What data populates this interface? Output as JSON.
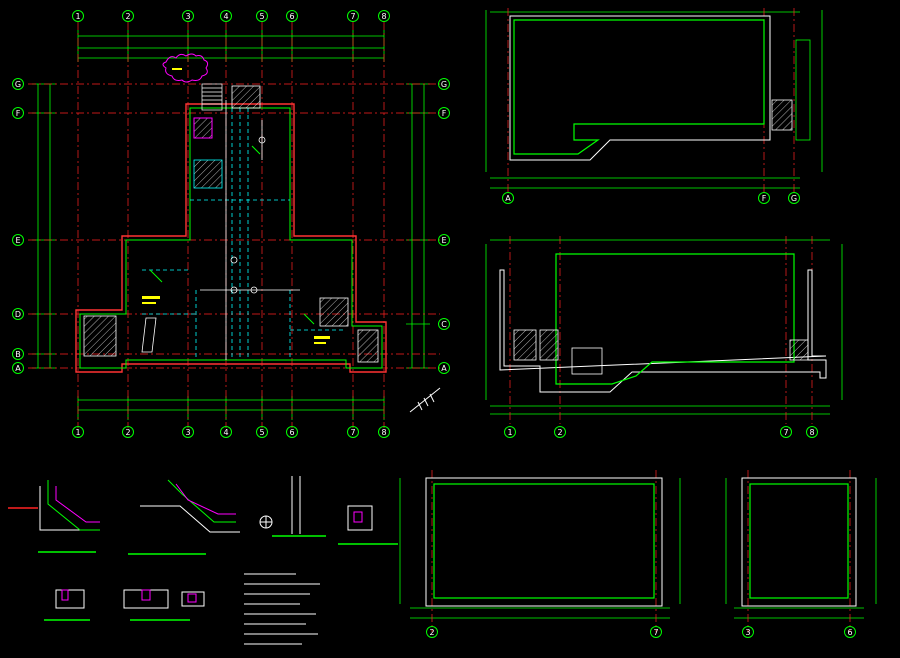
{
  "grid_axes_plan": {
    "numbers": [
      "1",
      "2",
      "3",
      "4",
      "5",
      "6",
      "7",
      "8"
    ],
    "letters_left": [
      "G",
      "F",
      "E",
      "D",
      "B",
      "A"
    ],
    "letters_right": [
      "G",
      "F",
      "E",
      "C",
      "A"
    ]
  },
  "section_1_axes": [
    "A",
    "F",
    "G"
  ],
  "section_2_axes": [
    "1",
    "2",
    "7",
    "8"
  ],
  "section_3_axes": [
    "2",
    "7"
  ],
  "section_4_axes": [
    "3",
    "6"
  ],
  "colors": {
    "background": "#000000",
    "wall": "#00ff00",
    "axis": "#ff0000",
    "dim": "#00ff00",
    "text": "#ffffff",
    "accent_yellow": "#ffff00",
    "accent_cyan": "#00ffff",
    "accent_magenta": "#ff00ff",
    "wall_inner": "#ff3333"
  }
}
